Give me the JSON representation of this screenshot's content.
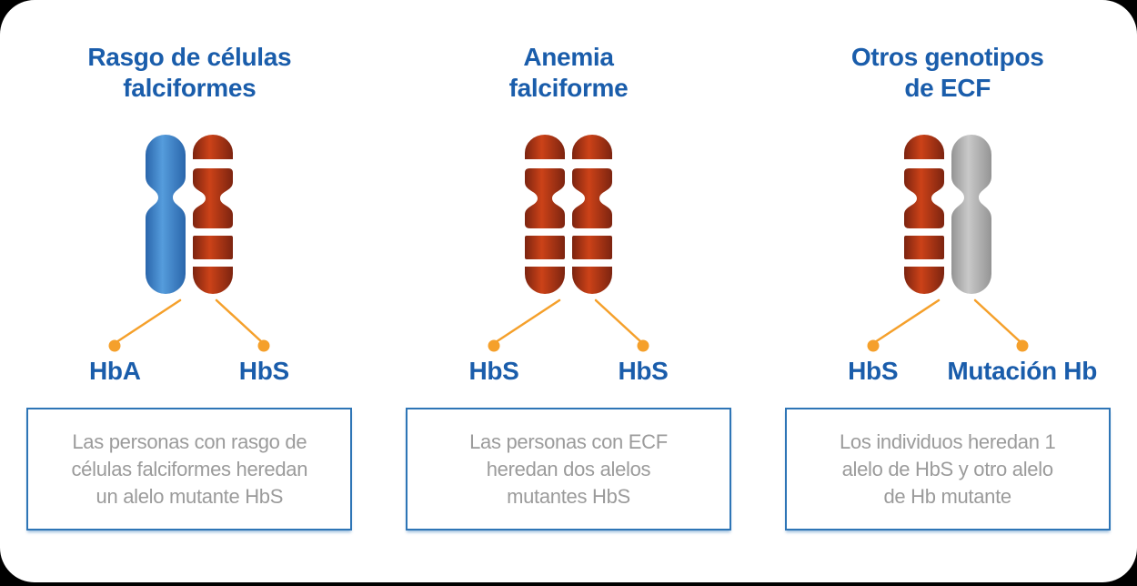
{
  "page": {
    "background": "#000000",
    "card_background": "#ffffff"
  },
  "columns": [
    {
      "id": "sickle-cell-trait",
      "title": "Rasgo de células\nfalciformes",
      "left_chromosome": "blue-solid-chromosome",
      "right_chromosome": "red-banded-chromosome",
      "left_allele": "HbA",
      "right_allele": "HbS",
      "description": "Las personas con rasgo de\ncélulas falciformes heredan\nun alelo mutante HbS"
    },
    {
      "id": "sickle-cell-anemia",
      "title": "Anemia\nfalciforme",
      "left_chromosome": "red-banded-chromosome",
      "right_chromosome": "red-banded-chromosome",
      "left_allele": "HbS",
      "right_allele": "HbS",
      "description": "Las personas con ECF\nheredan dos alelos\nmutantes HbS"
    },
    {
      "id": "other-scd-genotypes",
      "title": "Otros genotipos\nde ECF",
      "left_chromosome": "red-banded-chromosome",
      "right_chromosome": "gray-solid-chromosome",
      "left_allele": "HbS",
      "right_allele": "Mutación Hb",
      "description": "Los individuos heredan 1\nalelo de HbS y otro alelo\nde Hb mutante"
    }
  ],
  "colors": {
    "title_blue": "#1a5dab",
    "allele_label_blue": "#1a5dab",
    "connector_orange": "#f5a02b",
    "box_border_blue": "#2e75b6",
    "box_text_gray": "#9b9b9b",
    "chromosome_gradients": {
      "blue": {
        "edge": "#2a66ab",
        "center": "#559cdc"
      },
      "red": {
        "edge": "#7c2410",
        "center": "#cc4218"
      },
      "gray": {
        "edge": "#949494",
        "center": "#c9c9c9"
      }
    }
  }
}
